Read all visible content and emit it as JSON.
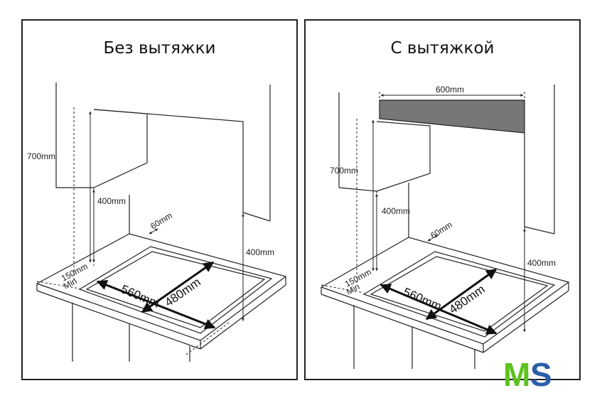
{
  "panels": {
    "left": {
      "title": "Без вытяжки",
      "dims": {
        "height_700": "700mm",
        "height_400_left": "400mm",
        "gap_60": "60mm",
        "height_400_right": "400mm",
        "min_150": "150mm",
        "min_label": "Min",
        "width_560": "560mm",
        "depth_480": "480mm"
      }
    },
    "right": {
      "title": "С вытяжкой",
      "dims": {
        "hood_width": "600mm",
        "height_700": "700mm",
        "height_400_left": "400mm",
        "gap_60": "60mm",
        "height_400_right": "400mm",
        "min_150": "150mm",
        "min_label": "Min",
        "width_560": "560mm",
        "depth_480": "480mm"
      }
    }
  },
  "logo": {
    "text_m": "M",
    "text_s": "S",
    "color_m": "#5cc21c",
    "color_s": "#2a5ea8"
  }
}
